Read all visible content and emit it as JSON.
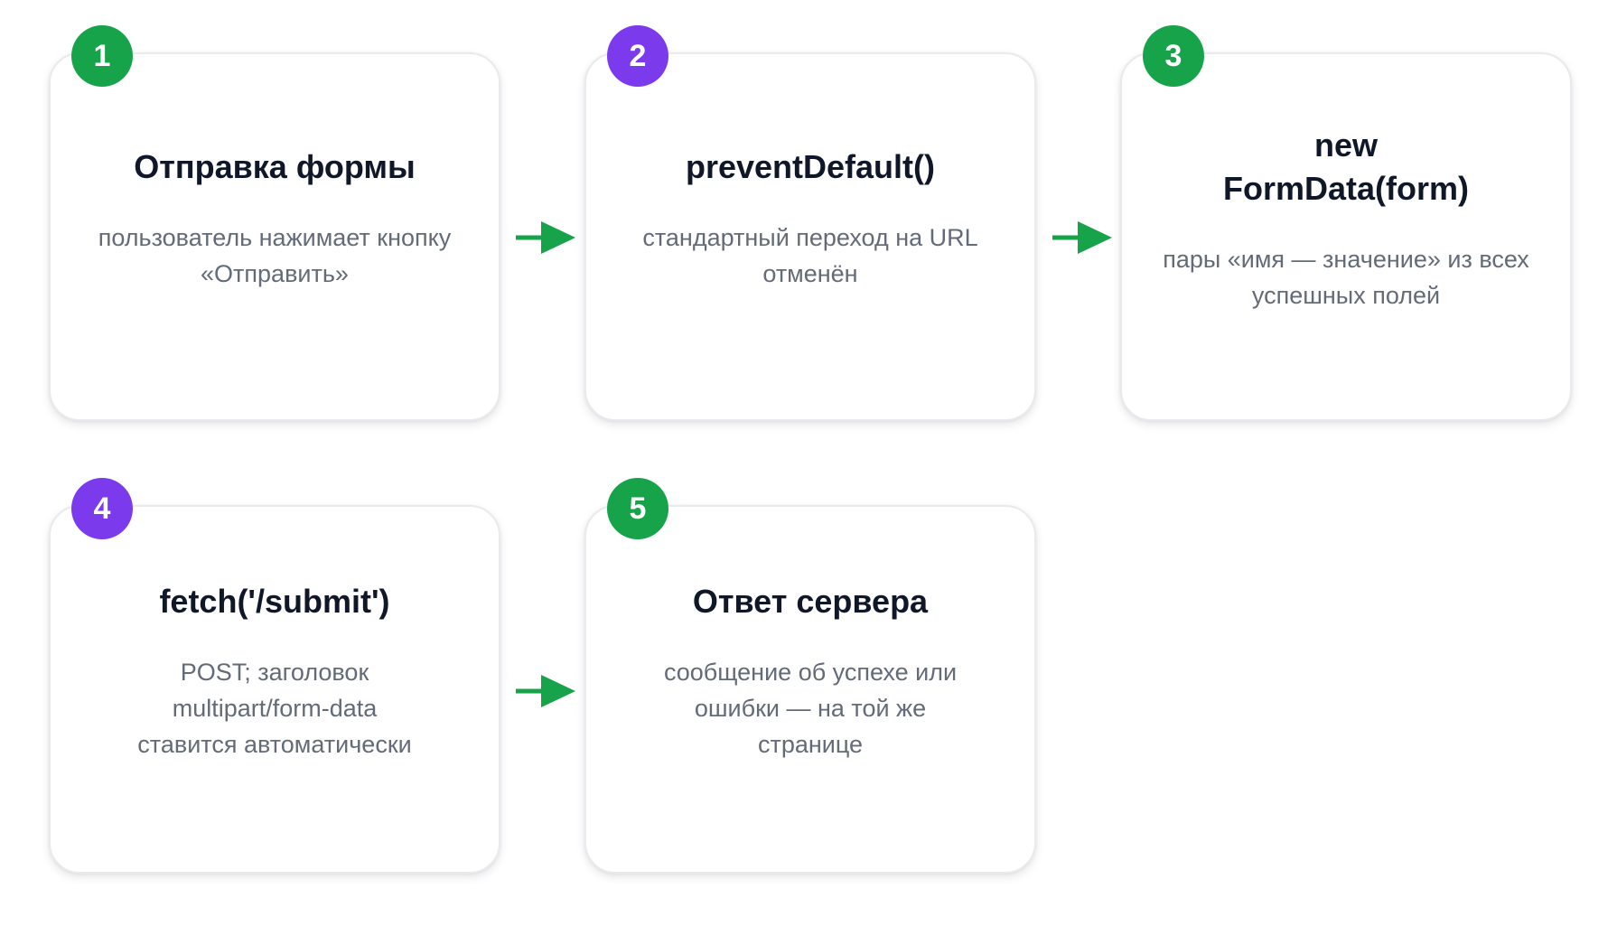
{
  "colors": {
    "accent_green": "#16a34a",
    "accent_purple": "#7c3aed",
    "title_text": "#0f1729",
    "desc_text": "#636b78",
    "card_border": "#e8eaee"
  },
  "steps": [
    {
      "number": "1",
      "title": "Отправка формы",
      "description": "пользователь нажимает кнопку «Отправить»",
      "badge_color": "green"
    },
    {
      "number": "2",
      "title": "preventDefault()",
      "description": "стандартный переход на URL отменён",
      "badge_color": "purple"
    },
    {
      "number": "3",
      "title": "new FormData(form)",
      "description": "пары «имя — значение» из всех успешных полей",
      "badge_color": "green"
    },
    {
      "number": "4",
      "title": "fetch('/submit')",
      "description": "POST; заголовок multipart/form-data ставится автоматически",
      "badge_color": "purple"
    },
    {
      "number": "5",
      "title": "Ответ сервера",
      "description": "сообщение об успехе или ошибки — на той же странице",
      "badge_color": "green"
    }
  ],
  "arrows": [
    {
      "icon": "arrow-right-icon",
      "color": "#16a34a"
    },
    {
      "icon": "arrow-right-icon",
      "color": "#16a34a"
    },
    {
      "icon": "arrow-right-icon",
      "color": "#16a34a"
    }
  ]
}
